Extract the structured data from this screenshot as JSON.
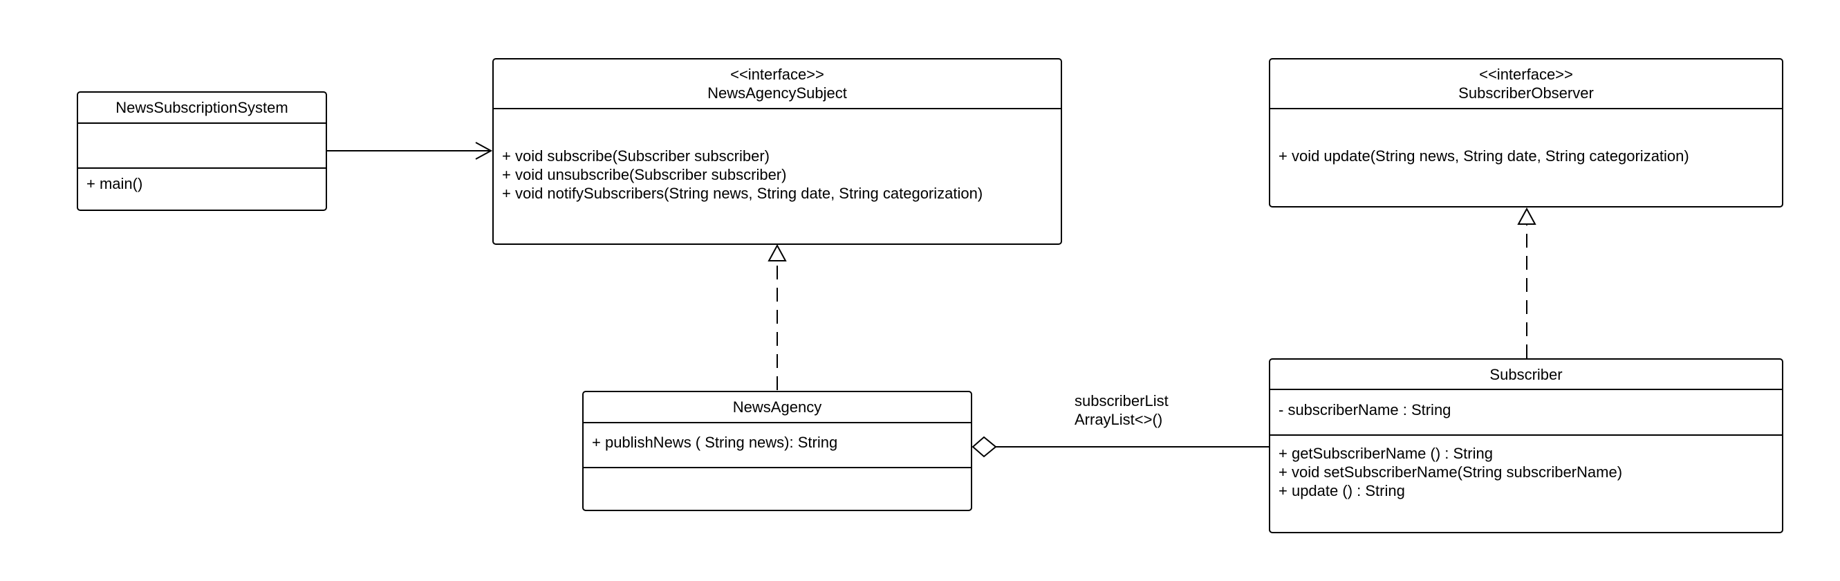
{
  "classes": {
    "news_subscription_system": {
      "name": "NewsSubscriptionSystem",
      "attributes": [],
      "methods": [
        "+ main()"
      ]
    },
    "news_agency_subject": {
      "stereotype": "<<interface>>",
      "name": "NewsAgencySubject",
      "methods": [
        "+ void subscribe(Subscriber subscriber)",
        "+ void unsubscribe(Subscriber subscriber)",
        "+ void notifySubscribers(String news, String date, String categorization)"
      ]
    },
    "subscriber_observer": {
      "stereotype": "<<interface>>",
      "name": "SubscriberObserver",
      "methods": [
        "+ void update(String news, String date, String categorization)"
      ]
    },
    "news_agency": {
      "name": "NewsAgency",
      "attributes": [
        "+ publishNews ( String news): String"
      ],
      "methods": []
    },
    "subscriber": {
      "name": "Subscriber",
      "attributes": [
        "- subscriberName : String"
      ],
      "methods": [
        "+ getSubscriberName () : String",
        "+ void setSubscriberName(String subscriberName)",
        "+ update () : String"
      ]
    }
  },
  "relationships": {
    "aggregation_label_line1": "subscriberList",
    "aggregation_label_line2": "ArrayList<>()"
  }
}
